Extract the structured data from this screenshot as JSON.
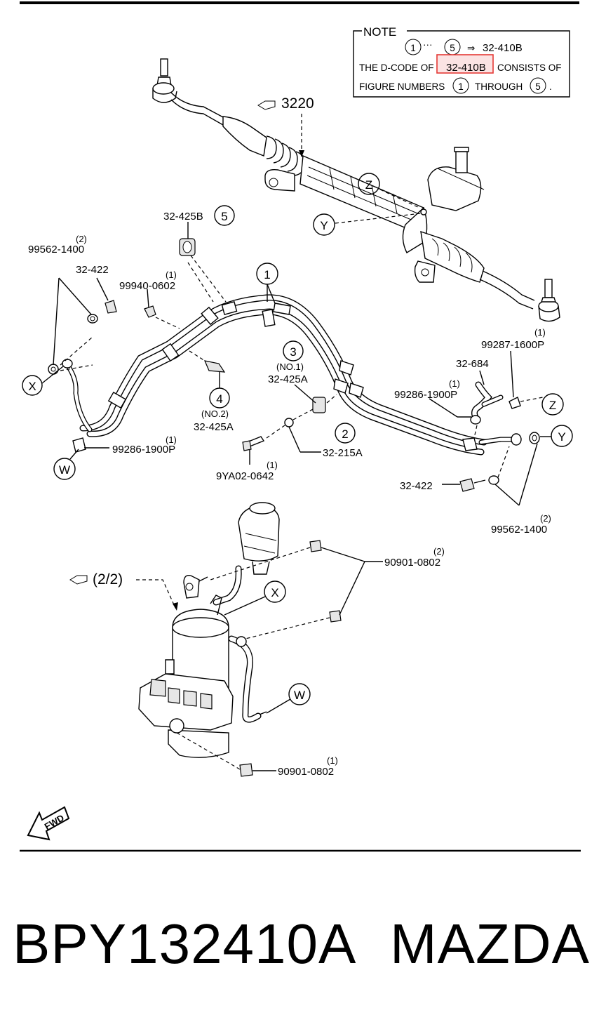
{
  "note": {
    "heading": "NOTE",
    "line1_circle_start": "1",
    "line1_ellipsis": "···",
    "line1_circle_end": "5",
    "line1_arrow": "⇒",
    "line1_code": "32-410B",
    "line2_prefix": "THE D-CODE OF",
    "line2_code": "32-410B",
    "line2_suffix": "CONSISTS OF",
    "line3_prefix": "FIGURE NUMBERS",
    "line3_circle_start": "1",
    "line3_mid": "THROUGH",
    "line3_circle_end": "5",
    "line3_end": ".",
    "highlight_color": "#e53935"
  },
  "references": {
    "rack_ref": "3220",
    "pump_ref": "(2/2)"
  },
  "callouts": {
    "c1": "1",
    "c2": "2",
    "c3": "3",
    "c4": "4",
    "c5": "5",
    "x1": "X",
    "x2": "X",
    "y1": "Y",
    "y2": "Y",
    "z1": "Z",
    "z2": "Z",
    "w1": "W",
    "w2": "W"
  },
  "labels": {
    "p32_425b": "32-425B",
    "p99562_top": "99562-1400",
    "p99562_top_qty": "(2)",
    "p32_422_top": "32-422",
    "p99940": "99940-0602",
    "p99940_qty": "(1)",
    "p3_no": "(NO.1)",
    "p32_425a_1": "32-425A",
    "p4_no": "(NO.2)",
    "p32_425a_2": "32-425A",
    "p32_215a": "32-215A",
    "p9ya02": "9YA02-0642",
    "p9ya02_qty": "(1)",
    "p99286_left": "99286-1900P",
    "p99286_left_qty": "(1)",
    "p99287": "99287-1600P",
    "p99287_qty": "(1)",
    "p32_684": "32-684",
    "p99286_right": "99286-1900P",
    "p99286_right_qty": "(1)",
    "p32_422_right": "32-422",
    "p99562_right": "99562-1400",
    "p99562_right_qty": "(2)",
    "p90901_top": "90901-0802",
    "p90901_top_qty": "(2)",
    "p90901_bottom": "90901-0802",
    "p90901_bottom_qty": "(1)",
    "fwd": "FWD"
  },
  "footer": {
    "part_number": "BPY132410A",
    "brand": "MAZDA"
  }
}
